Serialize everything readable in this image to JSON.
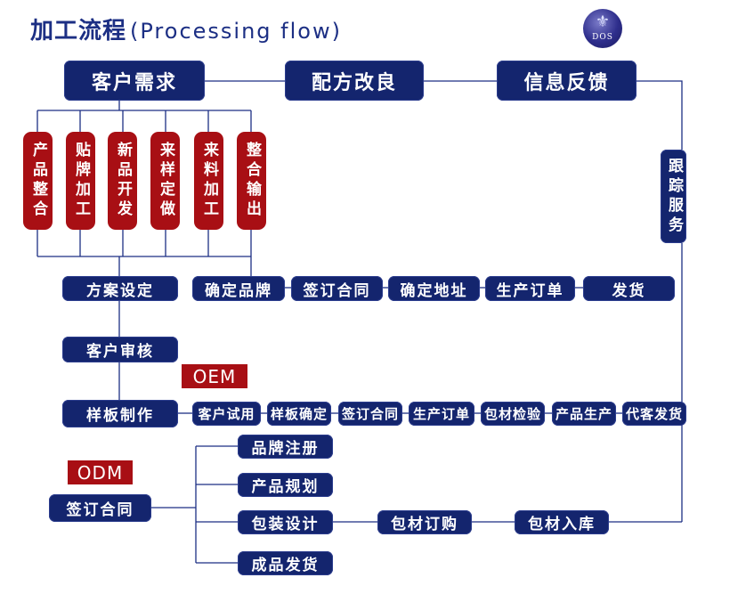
{
  "title": {
    "zh": "加工流程",
    "en": "(Processing  flow)"
  },
  "logo": {
    "text": "DOS",
    "icon": "fleur-de-lis"
  },
  "top_row": [
    "客户需求",
    "配方改良",
    "信息反馈"
  ],
  "red_options": [
    "产品整合",
    "贴牌加工",
    "新品开发",
    "来样定做",
    "来料加工",
    "整合输出"
  ],
  "tracking": "跟踪服务",
  "plan_row": [
    "方案设定",
    "确定品牌",
    "签订合同",
    "确定地址",
    "生产订单",
    "发货"
  ],
  "review": "客户审核",
  "oem_tag": "OEM",
  "sample_row": [
    "样板制作",
    "客户试用",
    "样板确定",
    "签订合同",
    "生产订单",
    "包材检验",
    "产品生产",
    "代客发货"
  ],
  "odm_tag": "ODM",
  "odm": {
    "start": "签订合同",
    "branches": [
      "品牌注册",
      "产品规划",
      "包装设计",
      "成品发货"
    ],
    "packaging_chain": [
      "包材订购",
      "包材入库"
    ]
  },
  "colors": {
    "navy": "#14256e",
    "red": "#a80f14",
    "title": "#1c2f84"
  }
}
